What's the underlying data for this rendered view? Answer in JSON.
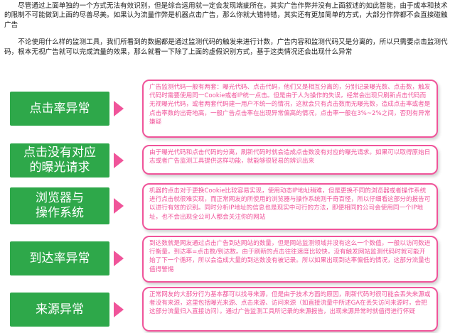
{
  "intro": {
    "p1": "尽管通过上面单独的一个方式无法有效识别，但是综合运用就一定会发现端疵所在。其实广告作弊并没有上面叙述的如此智能，由于成本和技术的限制不可能做到上面的尽善尽美。如果认为流量作弊是机器点击广告，那么你就大错特错，其实还有更加简单的方式，大部分作弊都不会直接碰触广告",
    "p2": "不论使用什么样的监测工具，我们所看到的数据都是通过监测代码的触发来进行计数，广告内容和监测代码又是分离的，所以只需要点击监测代码，根本无视广告就可以完成流量的效果，那么就看一下除了上面的虚假识别方式，基于这类情况还会出现什么异常"
  },
  "items": [
    {
      "label": "点击率异常",
      "desc": "广告监测代码一般有两套：曝光代码、点击代码，他们又是相互分离的，分别记录曝光数、点击数，触发代码时需要使用同一Cookie或者IP统一点击。但是由于人为操作的失误，经常会出现只刷新点击代码而无视曝光代码，或者两套代码建一用户不统一的情况，这就会只有点击数而无曝光数，造成点击率或者是点击率数的出奇地高，一般广告点击率在出现异常偏高的情况，点击率一般在3%~2%之间，否则有异常嫌疑"
    },
    {
      "label": "点击没有对应\n的曝光请求",
      "desc": "由于曝光代码和点击代码的分离，刷新代码时就会造成点击数没有对应的曝光请求。如果可以取得原始日志或者广告监测工具提供这样功能，就能够很轻易的辨识出来"
    },
    {
      "label": "浏览器与\n操作系统",
      "desc": "机器的点击对于更换Cookie比较容易实现，使用动态IP地址稍难，但是更换不同的浏览器或者操作系统进行点击就很难实现，而正常网友的所使用的浏览器与操作系统则千奇百怪，所以仔细看这部分的报告可以进行有效的识别。同时分析IP地址的信息也是现实中可行的方法，即便相同的公司会使用同一个IP地址，也不会出现全公司人都会关注你的网站"
    },
    {
      "label": "到达率异常",
      "desc": "到达数就是网友通过点击广告到达网站的数量，但是网站监测领域并没有这么一个数值，一般以访问数进行衡量，到达率=点击数/到达数。由于刷新的点击往往速度比较快，没有触发网站监测代码时就可能开始了下一个循环，所以会造成大量的到达数没有被记录。所以如果出现到达率偏低的情况，这部分流量也值得警惕"
    },
    {
      "label": "来源异常",
      "desc": "正常网友的大部分行为基本都可以找寻来源，但是由于技术方面的原因，刷新代码时很可能会丢失来源或者没有来源，这里包括曝光来源、点击来源、访问来源（如直接流量中所述GA在丢失访问来源时，会把这部分流量归入直接访问）。通过广告监测工具所记录的来源报告，出现来源异常时就值得进行怀疑"
    }
  ]
}
